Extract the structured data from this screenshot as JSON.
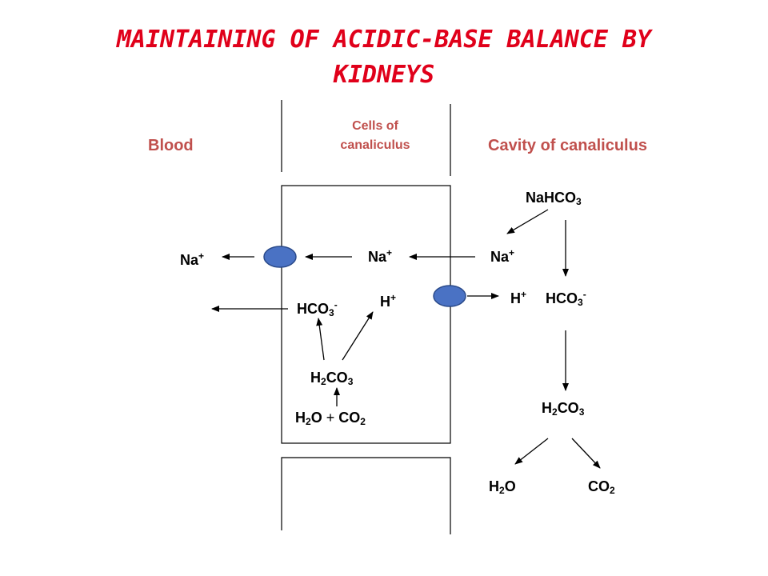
{
  "title": {
    "line1": "MAINTAINING OF ACIDIC-BASE BALANCE BY",
    "line2": "KIDNEYS"
  },
  "headers": {
    "blood": "Blood",
    "cells_line1": "Cells of",
    "cells_line2": "canaliculus",
    "cavity": "Cavity of canaliculus"
  },
  "labels": {
    "na": "Na",
    "plus": "+",
    "h": "H",
    "minus": "-",
    "hco": "HCO",
    "three": "3",
    "two": "2",
    "nahco": "NaHCO",
    "o": "O",
    "co": "CO",
    "h2co3_c": "CO",
    "plus_sign": "+"
  },
  "colors": {
    "title": "#e0001a",
    "header": "#c0504d",
    "transporter": "#4a72c4",
    "transporter_stroke": "#2a4a8a"
  }
}
